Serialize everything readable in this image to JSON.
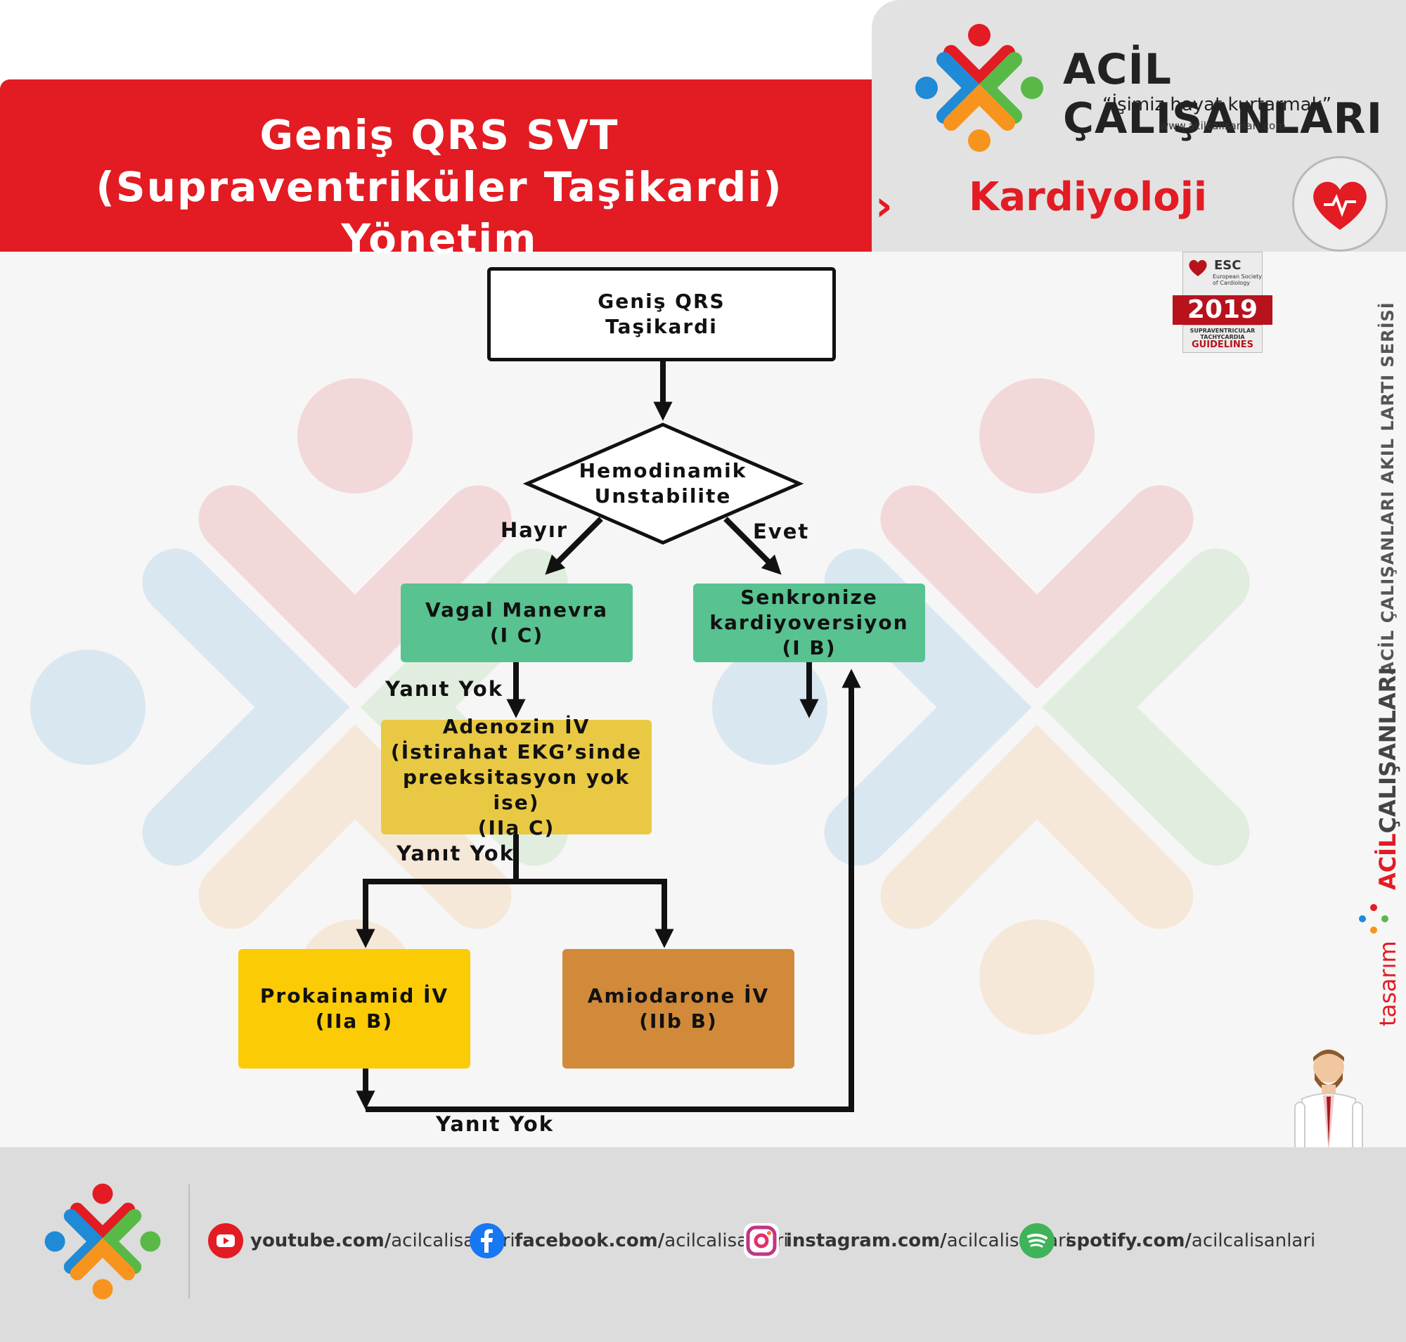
{
  "header": {
    "title_line1": "Geniş QRS SVT",
    "title_line2": "(Supraventriküler Taşikardi) Yönetim",
    "category": "Kardiyoloji",
    "chevron": "›"
  },
  "brand": {
    "name": "ACİL ÇALIŞANLARI",
    "slogan": "“İşimiz hayat kurtarmak”",
    "url": "www.acilcalisanlari.com"
  },
  "esc_badge": {
    "org": "ESC",
    "org_full": "European Society of Cardiology",
    "year": "2019",
    "subtitle": "SUPRAVENTRICULAR TACHYCARDIA",
    "guidelines": "GUIDELINES"
  },
  "flowchart": {
    "start": {
      "line1": "Geniş QRS",
      "line2": "Taşikardi"
    },
    "decision": {
      "line1": "Hemodinamik",
      "line2": "Unstabilite"
    },
    "label_no": "Hayır",
    "label_yes": "Evet",
    "vagal": {
      "line1": "Vagal Manevra",
      "line2": "(I C)"
    },
    "cardioversion": {
      "line1": "Senkronize",
      "line2": "kardiyoversiyon",
      "line3": "(I B)"
    },
    "no_response_1": "Yanıt Yok",
    "adenosine": {
      "line1": "Adenozin İV",
      "line2": "(İstirahat EKG’sinde",
      "line3": "preeksitasyon yok ise)",
      "line4": "(IIa C)"
    },
    "no_response_2": "Yanıt Yok",
    "procainamide": {
      "line1": "Prokainamid İV",
      "line2": "(IIa B)"
    },
    "amiodarone": {
      "line1": "Amiodarone İV",
      "line2": "(IIb B)"
    },
    "no_response_3": "Yanıt Yok"
  },
  "side": {
    "series": "ACİL ÇALIŞANLARI AKIL LARTI SERİSİ",
    "design": "tasarım",
    "acil": "ACİL",
    "calisanlari": "ÇALIŞANLARI"
  },
  "footer": {
    "social": [
      {
        "icon": "youtube-icon",
        "bold": "youtube.com/",
        "rest": "acilcalisanlari",
        "color": "#e31b23"
      },
      {
        "icon": "facebook-icon",
        "bold": "facebook.com/",
        "rest": "acilcalisanlari",
        "color": "#1877f2"
      },
      {
        "icon": "instagram-icon",
        "bold": "instagram.com/",
        "rest": "acilcalisanlari",
        "color": "#c13584"
      },
      {
        "icon": "spotify-icon",
        "bold": "spotify.com/",
        "rest": "acilcalisanlari",
        "color": "#3fb35a"
      }
    ]
  },
  "colors": {
    "brand_red": "#e31b23",
    "green_box": "#58c290",
    "yellow_box": "#e9c943",
    "gold_box": "#fbcb06",
    "orange_box": "#d18a3a"
  }
}
